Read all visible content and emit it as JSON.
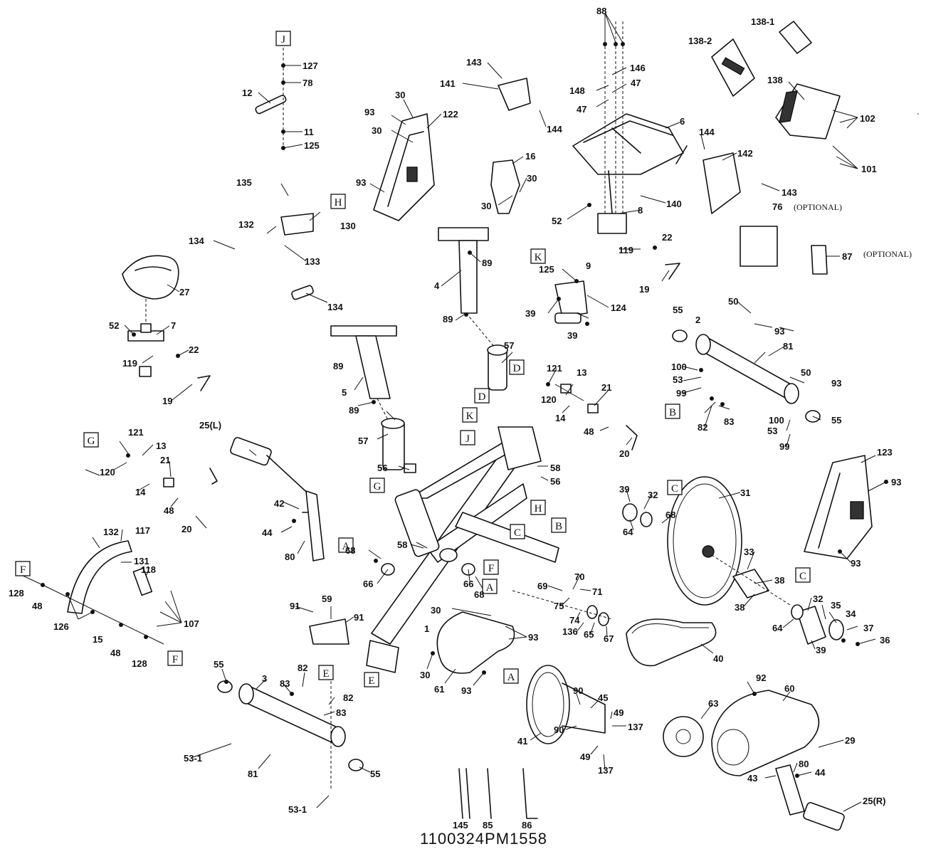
{
  "drawing_code": "1100324PM1558",
  "optional_text": "(OPTIONAL)",
  "boxes": [
    {
      "id": "J1",
      "text": "J"
    },
    {
      "id": "H1",
      "text": "H"
    },
    {
      "id": "K1",
      "text": "K"
    },
    {
      "id": "D1",
      "text": "D"
    },
    {
      "id": "D2",
      "text": "D"
    },
    {
      "id": "K2",
      "text": "K"
    },
    {
      "id": "J2",
      "text": "J"
    },
    {
      "id": "G1",
      "text": "G"
    },
    {
      "id": "G2",
      "text": "G"
    },
    {
      "id": "H2",
      "text": "H"
    },
    {
      "id": "B1",
      "text": "B"
    },
    {
      "id": "B2",
      "text": "B"
    },
    {
      "id": "C1",
      "text": "C"
    },
    {
      "id": "C2",
      "text": "C"
    },
    {
      "id": "C3",
      "text": "C"
    },
    {
      "id": "A1",
      "text": "A"
    },
    {
      "id": "A2",
      "text": "A"
    },
    {
      "id": "A3",
      "text": "A"
    },
    {
      "id": "F1",
      "text": "F"
    },
    {
      "id": "F2",
      "text": "F"
    },
    {
      "id": "F3",
      "text": "F"
    },
    {
      "id": "E1",
      "text": "E"
    },
    {
      "id": "E2",
      "text": "E"
    }
  ],
  "labels": [
    "127",
    "78",
    "12",
    "11",
    "125",
    "30",
    "93",
    "30",
    "122",
    "143",
    "141",
    "88",
    "146",
    "148",
    "47",
    "47",
    "138-2",
    "138-1",
    "138",
    "102",
    "101",
    "144",
    "16",
    "30",
    "30",
    "6",
    "144",
    "142",
    "143",
    "140",
    "8",
    "52",
    "76",
    "87",
    "93",
    "135",
    "130",
    "132",
    "134",
    "133",
    "134",
    "27",
    "52",
    "7",
    "22",
    "119",
    "19",
    "89",
    "4",
    "89",
    "125",
    "9",
    "124",
    "39",
    "39",
    "119",
    "22",
    "19",
    "55",
    "50",
    "93",
    "2",
    "81",
    "100",
    "53",
    "99",
    "50",
    "93",
    "82",
    "83",
    "100",
    "53",
    "99",
    "55",
    "57",
    "121",
    "13",
    "120",
    "14",
    "21",
    "48",
    "20",
    "89",
    "5",
    "89",
    "57",
    "56",
    "58",
    "56",
    "121",
    "13",
    "120",
    "14",
    "21",
    "48",
    "20",
    "25(L)",
    "42",
    "44",
    "80",
    "58",
    "68",
    "66",
    "66",
    "68",
    "39",
    "32",
    "64",
    "68",
    "31",
    "123",
    "93",
    "93",
    "70",
    "69",
    "71",
    "75",
    "74",
    "136",
    "65",
    "67",
    "33",
    "38",
    "38",
    "32",
    "35",
    "34",
    "64",
    "37",
    "36",
    "39",
    "132",
    "117",
    "131",
    "118",
    "107",
    "128",
    "48",
    "126",
    "15",
    "48",
    "128",
    "91",
    "59",
    "91",
    "30",
    "93",
    "30",
    "61",
    "93",
    "1",
    "40",
    "55",
    "3",
    "83",
    "82",
    "82",
    "83",
    "53-1",
    "81",
    "55",
    "53-1",
    "90",
    "45",
    "49",
    "137",
    "90",
    "41",
    "49",
    "137",
    "92",
    "60",
    "63",
    "29",
    "80",
    "44",
    "43",
    "25(R)",
    "145",
    "85",
    "86"
  ]
}
